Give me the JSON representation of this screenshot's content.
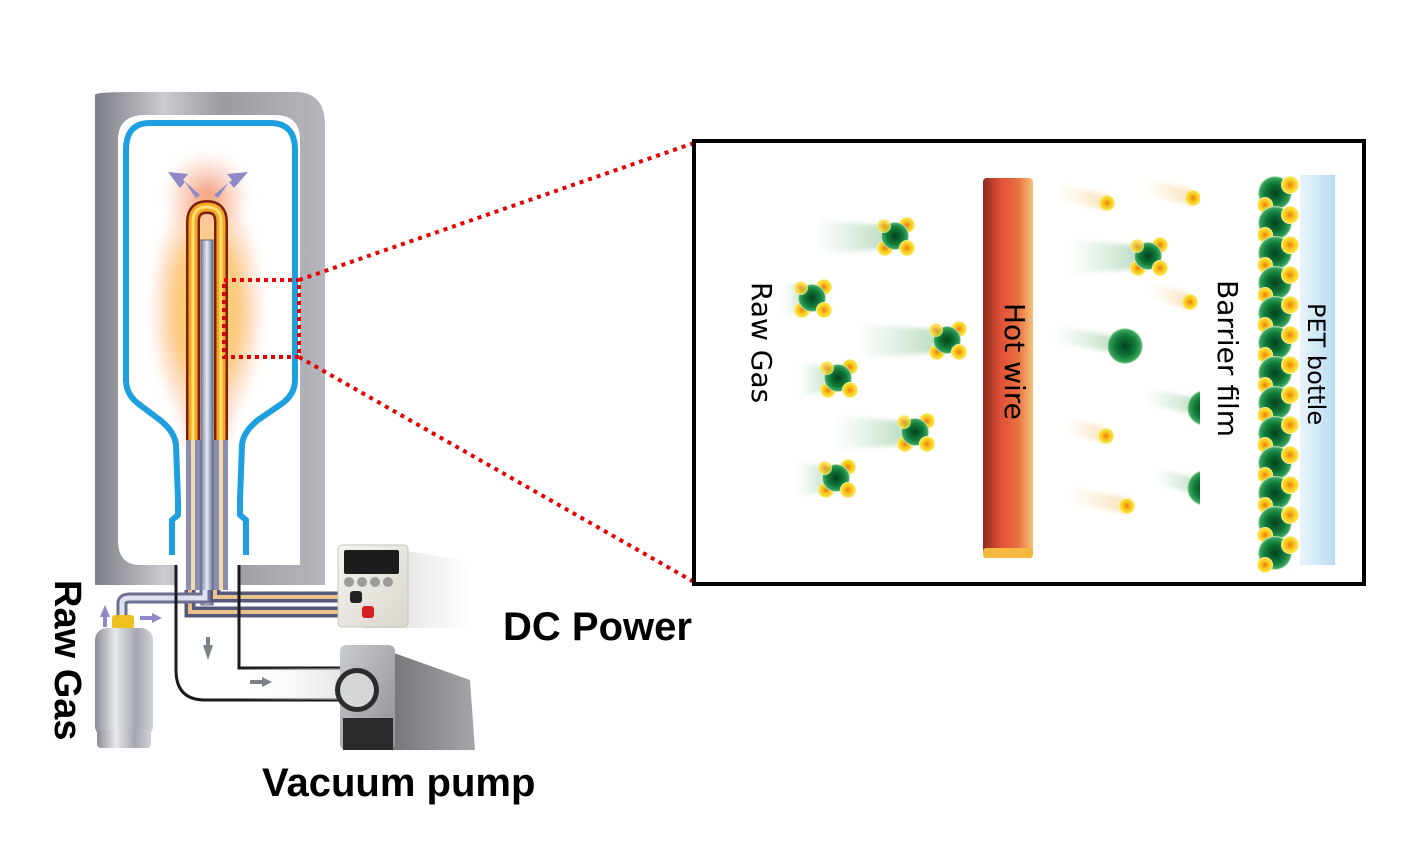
{
  "labels": {
    "raw_gas_left": "Raw Gas",
    "dc_power": "DC Power",
    "vacuum_pump": "Vacuum pump",
    "raw_gas_inset": "Raw Gas",
    "hot_wire": "Hot wire",
    "barrier_film": "Barrier film",
    "pet_bottle": "PET bottle"
  },
  "colors": {
    "chamber": "#8e9096",
    "bottle_outline": "#1e9fe0",
    "zoom_box": "#e60000",
    "hot_wire": "#d9442b",
    "molecule_green": "#0f7a3a",
    "molecule_yellow": "#f7d21a",
    "pet": "#cfe8f6"
  }
}
